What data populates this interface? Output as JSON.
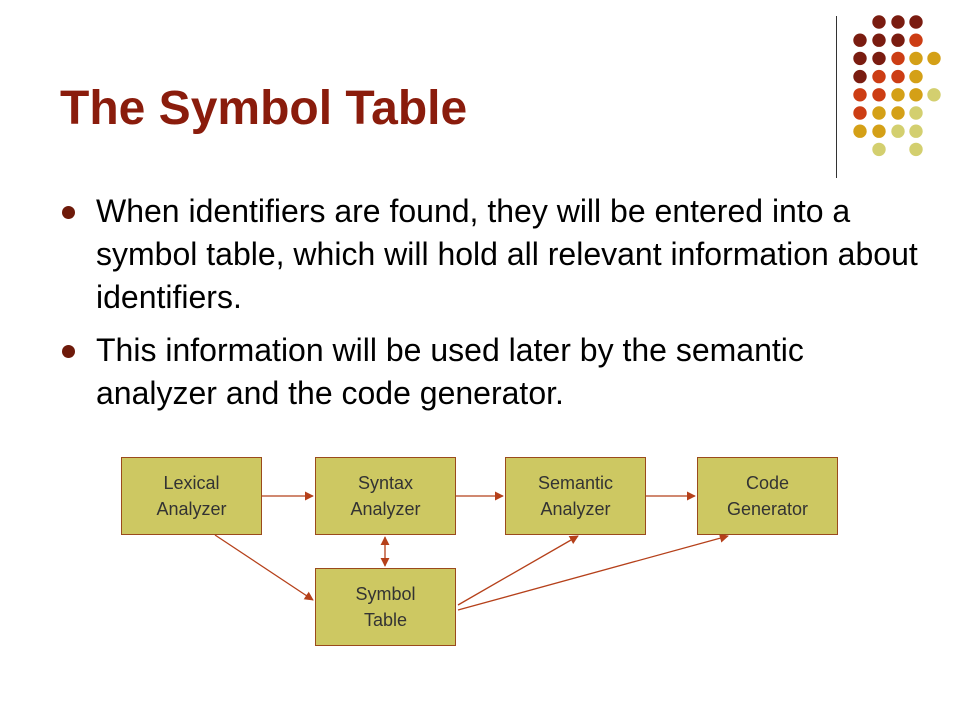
{
  "slide": {
    "title": "The Symbol Table",
    "bullets": [
      "When identifiers are found, they will be entered into a symbol table, which will hold all relevant information about identifiers.",
      "This information will be used later by the semantic analyzer and the code generator."
    ]
  },
  "diagram": {
    "nodes": [
      {
        "id": "lexical",
        "label": "Lexical\nAnalyzer"
      },
      {
        "id": "syntax",
        "label": "Syntax\nAnalyzer"
      },
      {
        "id": "semantic",
        "label": "Semantic\nAnalyzer"
      },
      {
        "id": "codegen",
        "label": "Code\nGenerator"
      },
      {
        "id": "symtab",
        "label": "Symbol\nTable"
      }
    ],
    "edges": [
      {
        "from": "lexical",
        "to": "syntax"
      },
      {
        "from": "syntax",
        "to": "semantic"
      },
      {
        "from": "semantic",
        "to": "codegen"
      },
      {
        "from": "lexical",
        "to": "symtab"
      },
      {
        "from": "syntax",
        "to": "symtab",
        "bidirectional": true
      },
      {
        "from": "symtab",
        "to": "semantic"
      },
      {
        "from": "symtab",
        "to": "codegen"
      }
    ]
  },
  "theme": {
    "title_color": "#8a1c0c",
    "box_fill": "#cdc862",
    "box_border": "#9a4a1c",
    "arrow_color": "#b5401a",
    "dot_colors": [
      "#7a1c10",
      "#cc3d14",
      "#d4a017",
      "#d3cf6f"
    ]
  }
}
